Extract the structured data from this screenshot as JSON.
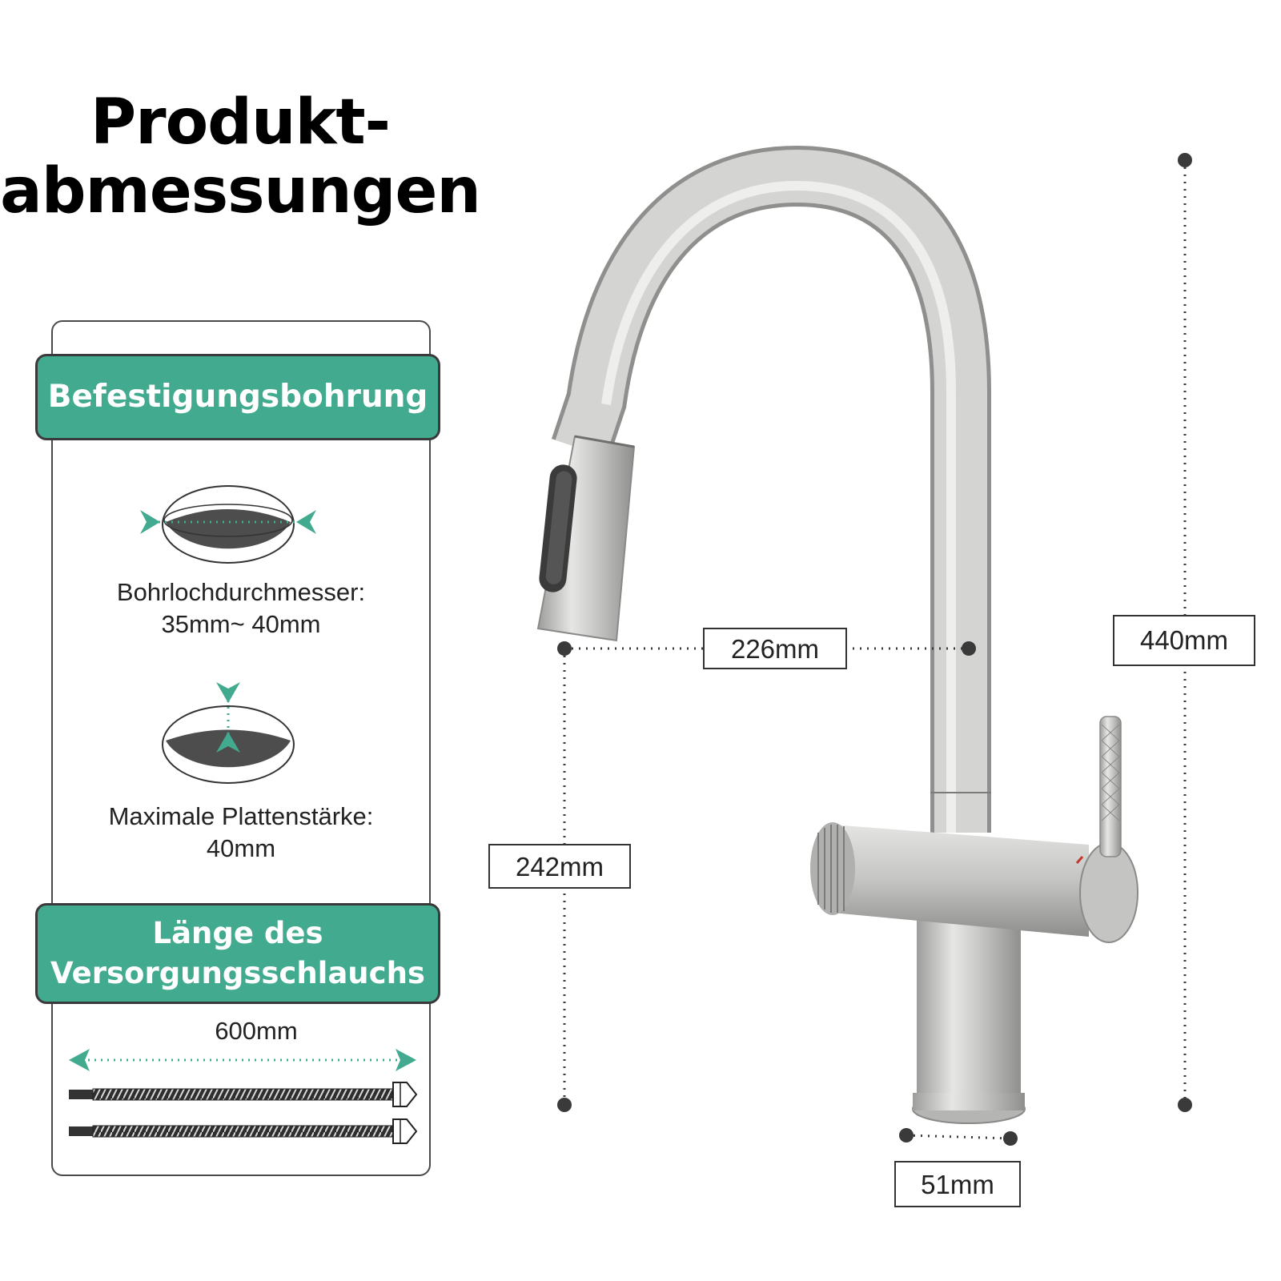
{
  "title": {
    "line1": "Produkt-",
    "line2": "abmessungen"
  },
  "panel": {
    "section_mounting": "Befestigungsbohrung",
    "hole_diameter_label": "Bohrlochdurchmesser:",
    "hole_diameter_value": "35mm~ 40mm",
    "plate_thickness_label": "Maximale Plattenstärke:",
    "plate_thickness_value": "40mm",
    "section_hose_line1": "Länge des",
    "section_hose_line2": "Versorgungsschlauchs",
    "hose_length": "600mm"
  },
  "dimensions": {
    "height": "440mm",
    "reach": "226mm",
    "spout_height": "242mm",
    "base_diameter": "51mm"
  },
  "colors": {
    "accent": "#42ab8f",
    "metal": "#c9c9c7",
    "dark": "#4d4d4d"
  }
}
